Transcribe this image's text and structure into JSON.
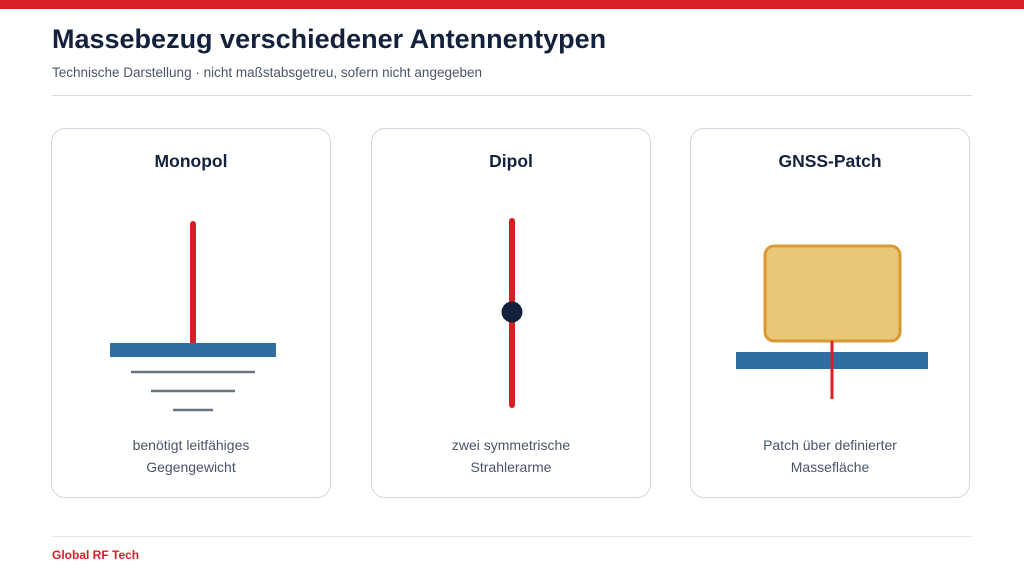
{
  "header": {
    "title": "Massebezug verschiedener Antennentypen",
    "subtitle": "Technische Darstellung · nicht maßstabsgetreu, sofern nicht angegeben"
  },
  "cards": [
    {
      "title": "Monopol",
      "caption": [
        "benötigt leitfähiges",
        "Gegengewicht"
      ]
    },
    {
      "title": "Dipol",
      "caption": [
        "zwei symmetrische",
        "Strahlerarme"
      ]
    },
    {
      "title": "GNSS-Patch",
      "caption": [
        "Patch über definierter",
        "Massefläche"
      ]
    }
  ],
  "footer": {
    "brand": "Global RF Tech"
  },
  "colors": {
    "accent_red": "#d81f26",
    "ground_blue": "#2f6ea3",
    "navy": "#14213d",
    "patch_fill": "#e8c777",
    "patch_border": "#d99a35",
    "earth_gray": "#6b7280"
  }
}
